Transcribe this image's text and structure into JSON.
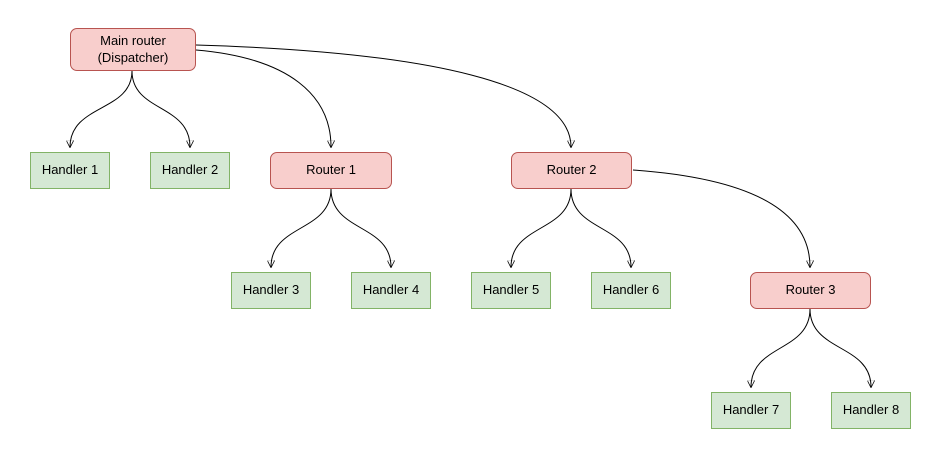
{
  "diagram": {
    "type": "tree",
    "colors": {
      "router_fill": "#f8cecc",
      "router_border": "#b85450",
      "handler_fill": "#d5e8d4",
      "handler_border": "#82b366",
      "edge": "#000000",
      "background": "#ffffff"
    },
    "nodes": [
      {
        "id": "main-router",
        "label": "Main router\n(Dispatcher)",
        "type": "router"
      },
      {
        "id": "handler-1",
        "label": "Handler 1",
        "type": "handler"
      },
      {
        "id": "handler-2",
        "label": "Handler 2",
        "type": "handler"
      },
      {
        "id": "router-1",
        "label": "Router 1",
        "type": "router"
      },
      {
        "id": "router-2",
        "label": "Router 2",
        "type": "router"
      },
      {
        "id": "handler-3",
        "label": "Handler 3",
        "type": "handler"
      },
      {
        "id": "handler-4",
        "label": "Handler 4",
        "type": "handler"
      },
      {
        "id": "handler-5",
        "label": "Handler 5",
        "type": "handler"
      },
      {
        "id": "handler-6",
        "label": "Handler 6",
        "type": "handler"
      },
      {
        "id": "router-3",
        "label": "Router 3",
        "type": "router"
      },
      {
        "id": "handler-7",
        "label": "Handler 7",
        "type": "handler"
      },
      {
        "id": "handler-8",
        "label": "Handler 8",
        "type": "handler"
      }
    ],
    "edges": [
      {
        "from": "main-router",
        "to": "handler-1"
      },
      {
        "from": "main-router",
        "to": "handler-2"
      },
      {
        "from": "main-router",
        "to": "router-1"
      },
      {
        "from": "main-router",
        "to": "router-2"
      },
      {
        "from": "router-1",
        "to": "handler-3"
      },
      {
        "from": "router-1",
        "to": "handler-4"
      },
      {
        "from": "router-2",
        "to": "handler-5"
      },
      {
        "from": "router-2",
        "to": "handler-6"
      },
      {
        "from": "router-2",
        "to": "router-3"
      },
      {
        "from": "router-3",
        "to": "handler-7"
      },
      {
        "from": "router-3",
        "to": "handler-8"
      }
    ]
  }
}
